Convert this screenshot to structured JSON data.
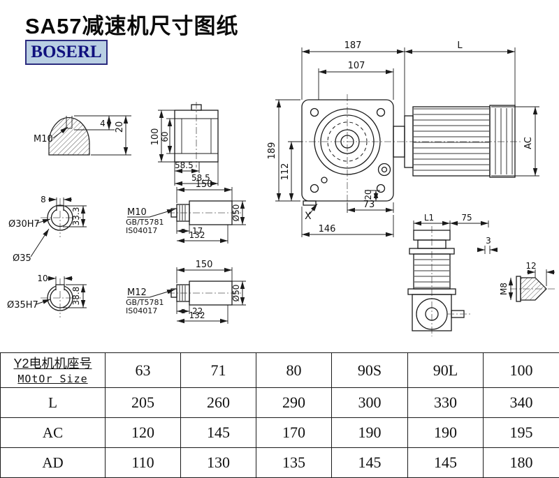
{
  "page": {
    "title": "SA57减速机尺寸图纸",
    "brand": "BOSERL"
  },
  "drawing": {
    "labels": {
      "key_4": "4",
      "key_20": "20",
      "key_m10": "M10",
      "flange_100": "100",
      "flange_60": "60",
      "flange_585a": "58.5",
      "flange_585b": "58.5",
      "bore1_8": "8",
      "bore1_d30": "Ø30H7",
      "bore1_333": "33.3",
      "bore1_d35": "Ø35",
      "bore2_10": "10",
      "bore2_d35": "Ø35H7",
      "bore2_388": "38.8",
      "shaft1_150": "150",
      "shaft1_m10": "M10",
      "shaft1_gb": "GB/T5781",
      "shaft1_iso": "IS04017",
      "shaft1_17": "17",
      "shaft1_132": "132",
      "shaft1_d50": "Ø50",
      "shaft2_150": "150",
      "shaft2_m12": "M12",
      "shaft2_gb": "GB/T5781",
      "shaft2_iso": "IS04017",
      "shaft2_22": "22",
      "shaft2_132": "132",
      "shaft2_d50": "Ø50",
      "main_187": "187",
      "main_L": "L",
      "main_107": "107",
      "main_189": "189",
      "main_112": "112",
      "main_20": "20",
      "main_73": "73",
      "main_146": "146",
      "main_AC": "AC",
      "main_X": "X",
      "side_L1": "L1",
      "side_75": "75",
      "side_3": "3",
      "side_12": "12",
      "side_M8": "M8"
    }
  },
  "table": {
    "header": {
      "line1": "Y2电机机座号",
      "line2": "MOtOr Size"
    },
    "motor_sizes": [
      "63",
      "71",
      "80",
      "90S",
      "90L",
      "100"
    ],
    "rows": [
      {
        "label": "L",
        "values": [
          "205",
          "260",
          "290",
          "300",
          "330",
          "340"
        ]
      },
      {
        "label": "AC",
        "values": [
          "120",
          "145",
          "170",
          "190",
          "190",
          "195"
        ]
      },
      {
        "label": "AD",
        "values": [
          "110",
          "130",
          "135",
          "145",
          "145",
          "180"
        ]
      }
    ]
  }
}
